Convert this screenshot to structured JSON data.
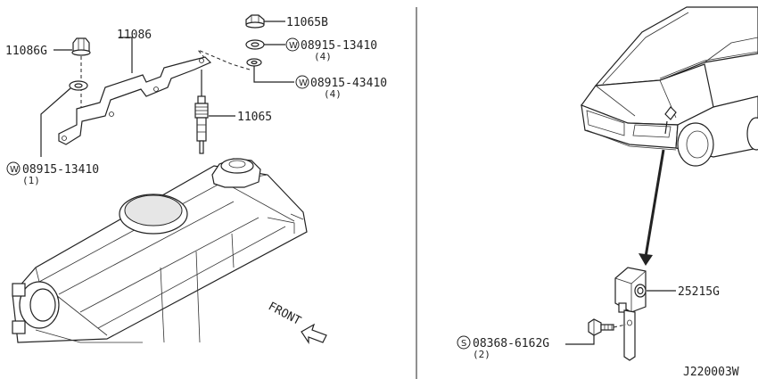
{
  "parts": {
    "bolt_11065b": "11065B",
    "bracket_11086": "11086",
    "nut_11086g": "11086G",
    "glow_plug_11065": "11065",
    "sensor_25215g": "25215G"
  },
  "washers": {
    "w1_number": "08915-13410",
    "w1_qty": "(4)",
    "w2_number": "08915-43410",
    "w2_qty": "(4)",
    "w3_number": "08915-13410",
    "w3_qty": "(1)",
    "prefix": "W"
  },
  "screw": {
    "prefix": "S",
    "number": "08368-6162G",
    "qty": "(2)"
  },
  "direction_label": "FRONT",
  "diagram_id": "J220003W"
}
